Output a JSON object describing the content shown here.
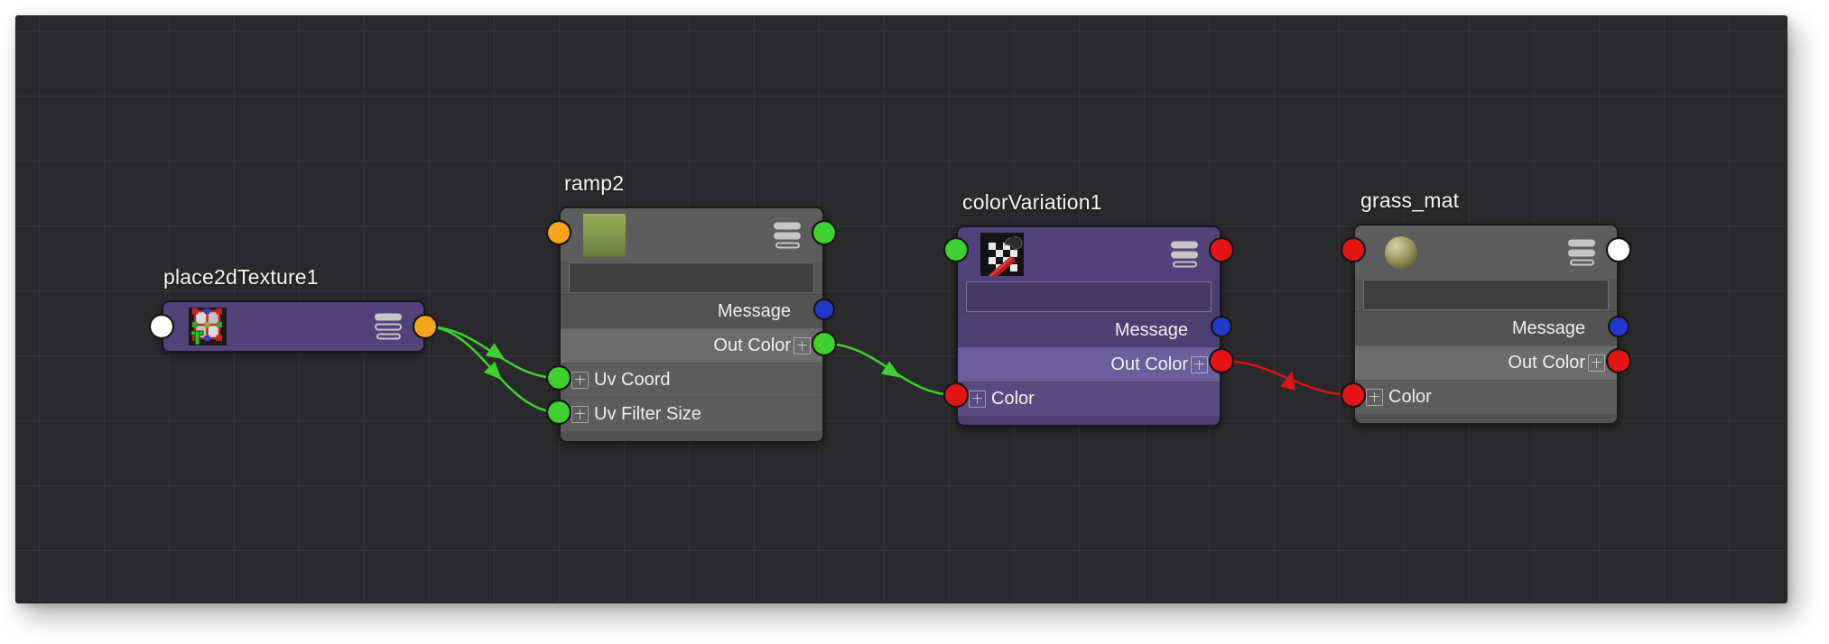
{
  "editor": {
    "app": "node-editor",
    "page_bg": "#ffffff",
    "panel_bg": "#2a2a2c",
    "grid_line": "#37373a"
  },
  "palette": {
    "green": "#3fd12f",
    "orange": "#f6a41b",
    "red": "#e51414",
    "blue": "#2438cc",
    "white": "#ffffff",
    "wire_green": "#3fd12f",
    "wire_red": "#d91515"
  },
  "nodes": [
    {
      "title": "place2dTexture1",
      "icon": "place2d-texture-icon",
      "name_value": "",
      "rows": []
    },
    {
      "title": "ramp2",
      "icon": "ramp-swatch-icon",
      "name_value": "",
      "rows": [
        {
          "label": "Message"
        },
        {
          "label": "Out Color"
        },
        {
          "label": "Uv Coord"
        },
        {
          "label": "Uv Filter Size"
        }
      ]
    },
    {
      "title": "colorVariation1",
      "icon": "color-variation-icon",
      "name_value": "",
      "rows": [
        {
          "label": "Message"
        },
        {
          "label": "Out Color"
        },
        {
          "label": "Color"
        }
      ]
    },
    {
      "title": "grass_mat",
      "icon": "material-sphere-icon",
      "name_value": "",
      "rows": [
        {
          "label": "Message"
        },
        {
          "label": "Out Color"
        },
        {
          "label": "Color"
        }
      ]
    }
  ],
  "connections": [
    {
      "from": "place2dTexture1.out",
      "to": "ramp2.uvCoord",
      "color": "#3fd12f"
    },
    {
      "from": "place2dTexture1.out",
      "to": "ramp2.uvFilterSize",
      "color": "#3fd12f"
    },
    {
      "from": "ramp2.outColor",
      "to": "colorVariation1.color",
      "color": "#3fd12f"
    },
    {
      "from": "colorVariation1.outColor",
      "to": "grass_mat.color",
      "color": "#d91515"
    }
  ]
}
